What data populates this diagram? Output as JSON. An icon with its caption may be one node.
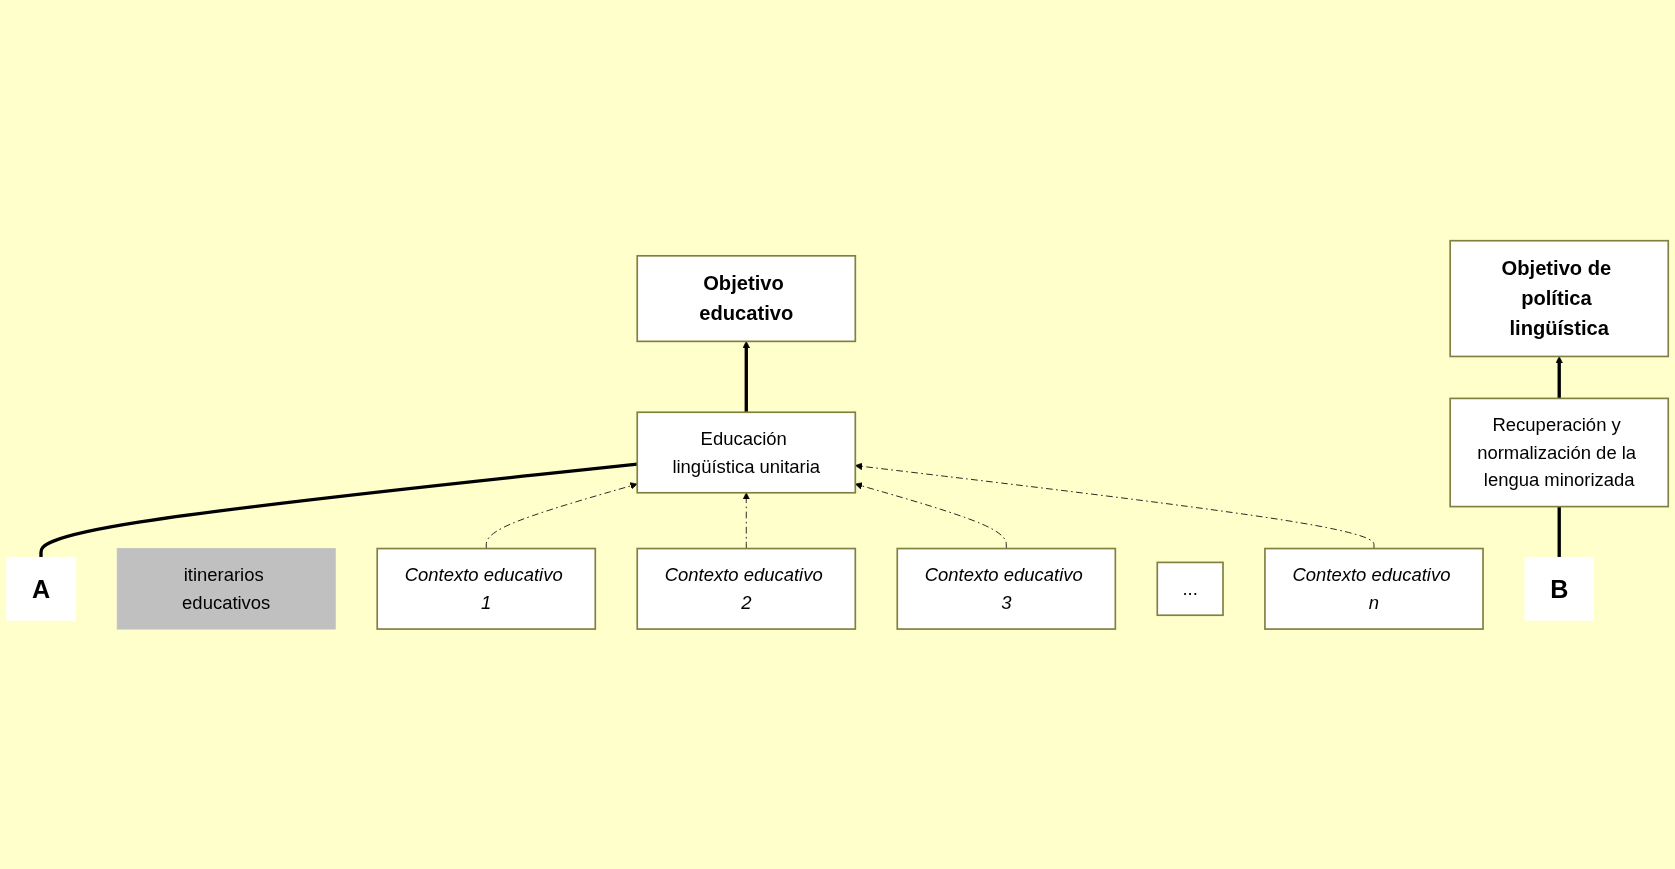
{
  "diagram": {
    "nodes": [
      {
        "text": [
          "A"
        ]
      },
      {
        "text": [
          "Educación lingüística unitaria"
        ]
      },
      {
        "text": [
          "Objetivo educativo"
        ]
      },
      {
        "text": [
          "itinerarios educativos"
        ]
      },
      {
        "text": [
          "Contexto educativo 1"
        ]
      },
      {
        "text": [
          "Contexto educativo 2"
        ]
      },
      {
        "text": [
          "Contexto educativo 3"
        ]
      },
      {
        "text": [
          "..."
        ]
      },
      {
        "text": [
          "Contexto educativo n"
        ]
      },
      {
        "text": [
          "B"
        ]
      },
      {
        "text": [
          "Recuperación y normalización de la lengua minorizada"
        ]
      },
      {
        "text": [
          "Objetivo de política lingüística"
        ]
      }
    ],
    "edges": [
      {
        "from": 0,
        "to": 1,
        "arrow": "none",
        "style": "thick"
      },
      {
        "from": 1,
        "to": 2,
        "arrow": "to",
        "style": "thick"
      },
      {
        "from": 4,
        "to": 1,
        "arrow": "to",
        "style": "dashed"
      },
      {
        "from": 5,
        "to": 1,
        "arrow": "to",
        "style": "dashed"
      },
      {
        "from": 6,
        "to": 1,
        "arrow": "to",
        "style": "dashed"
      },
      {
        "from": 8,
        "to": 1,
        "arrow": "to",
        "style": "dashed"
      },
      {
        "from": 9,
        "to": 10,
        "arrow": "none",
        "style": "thick"
      },
      {
        "from": 10,
        "to": 11,
        "arrow": "to",
        "style": "thick"
      }
    ]
  }
}
